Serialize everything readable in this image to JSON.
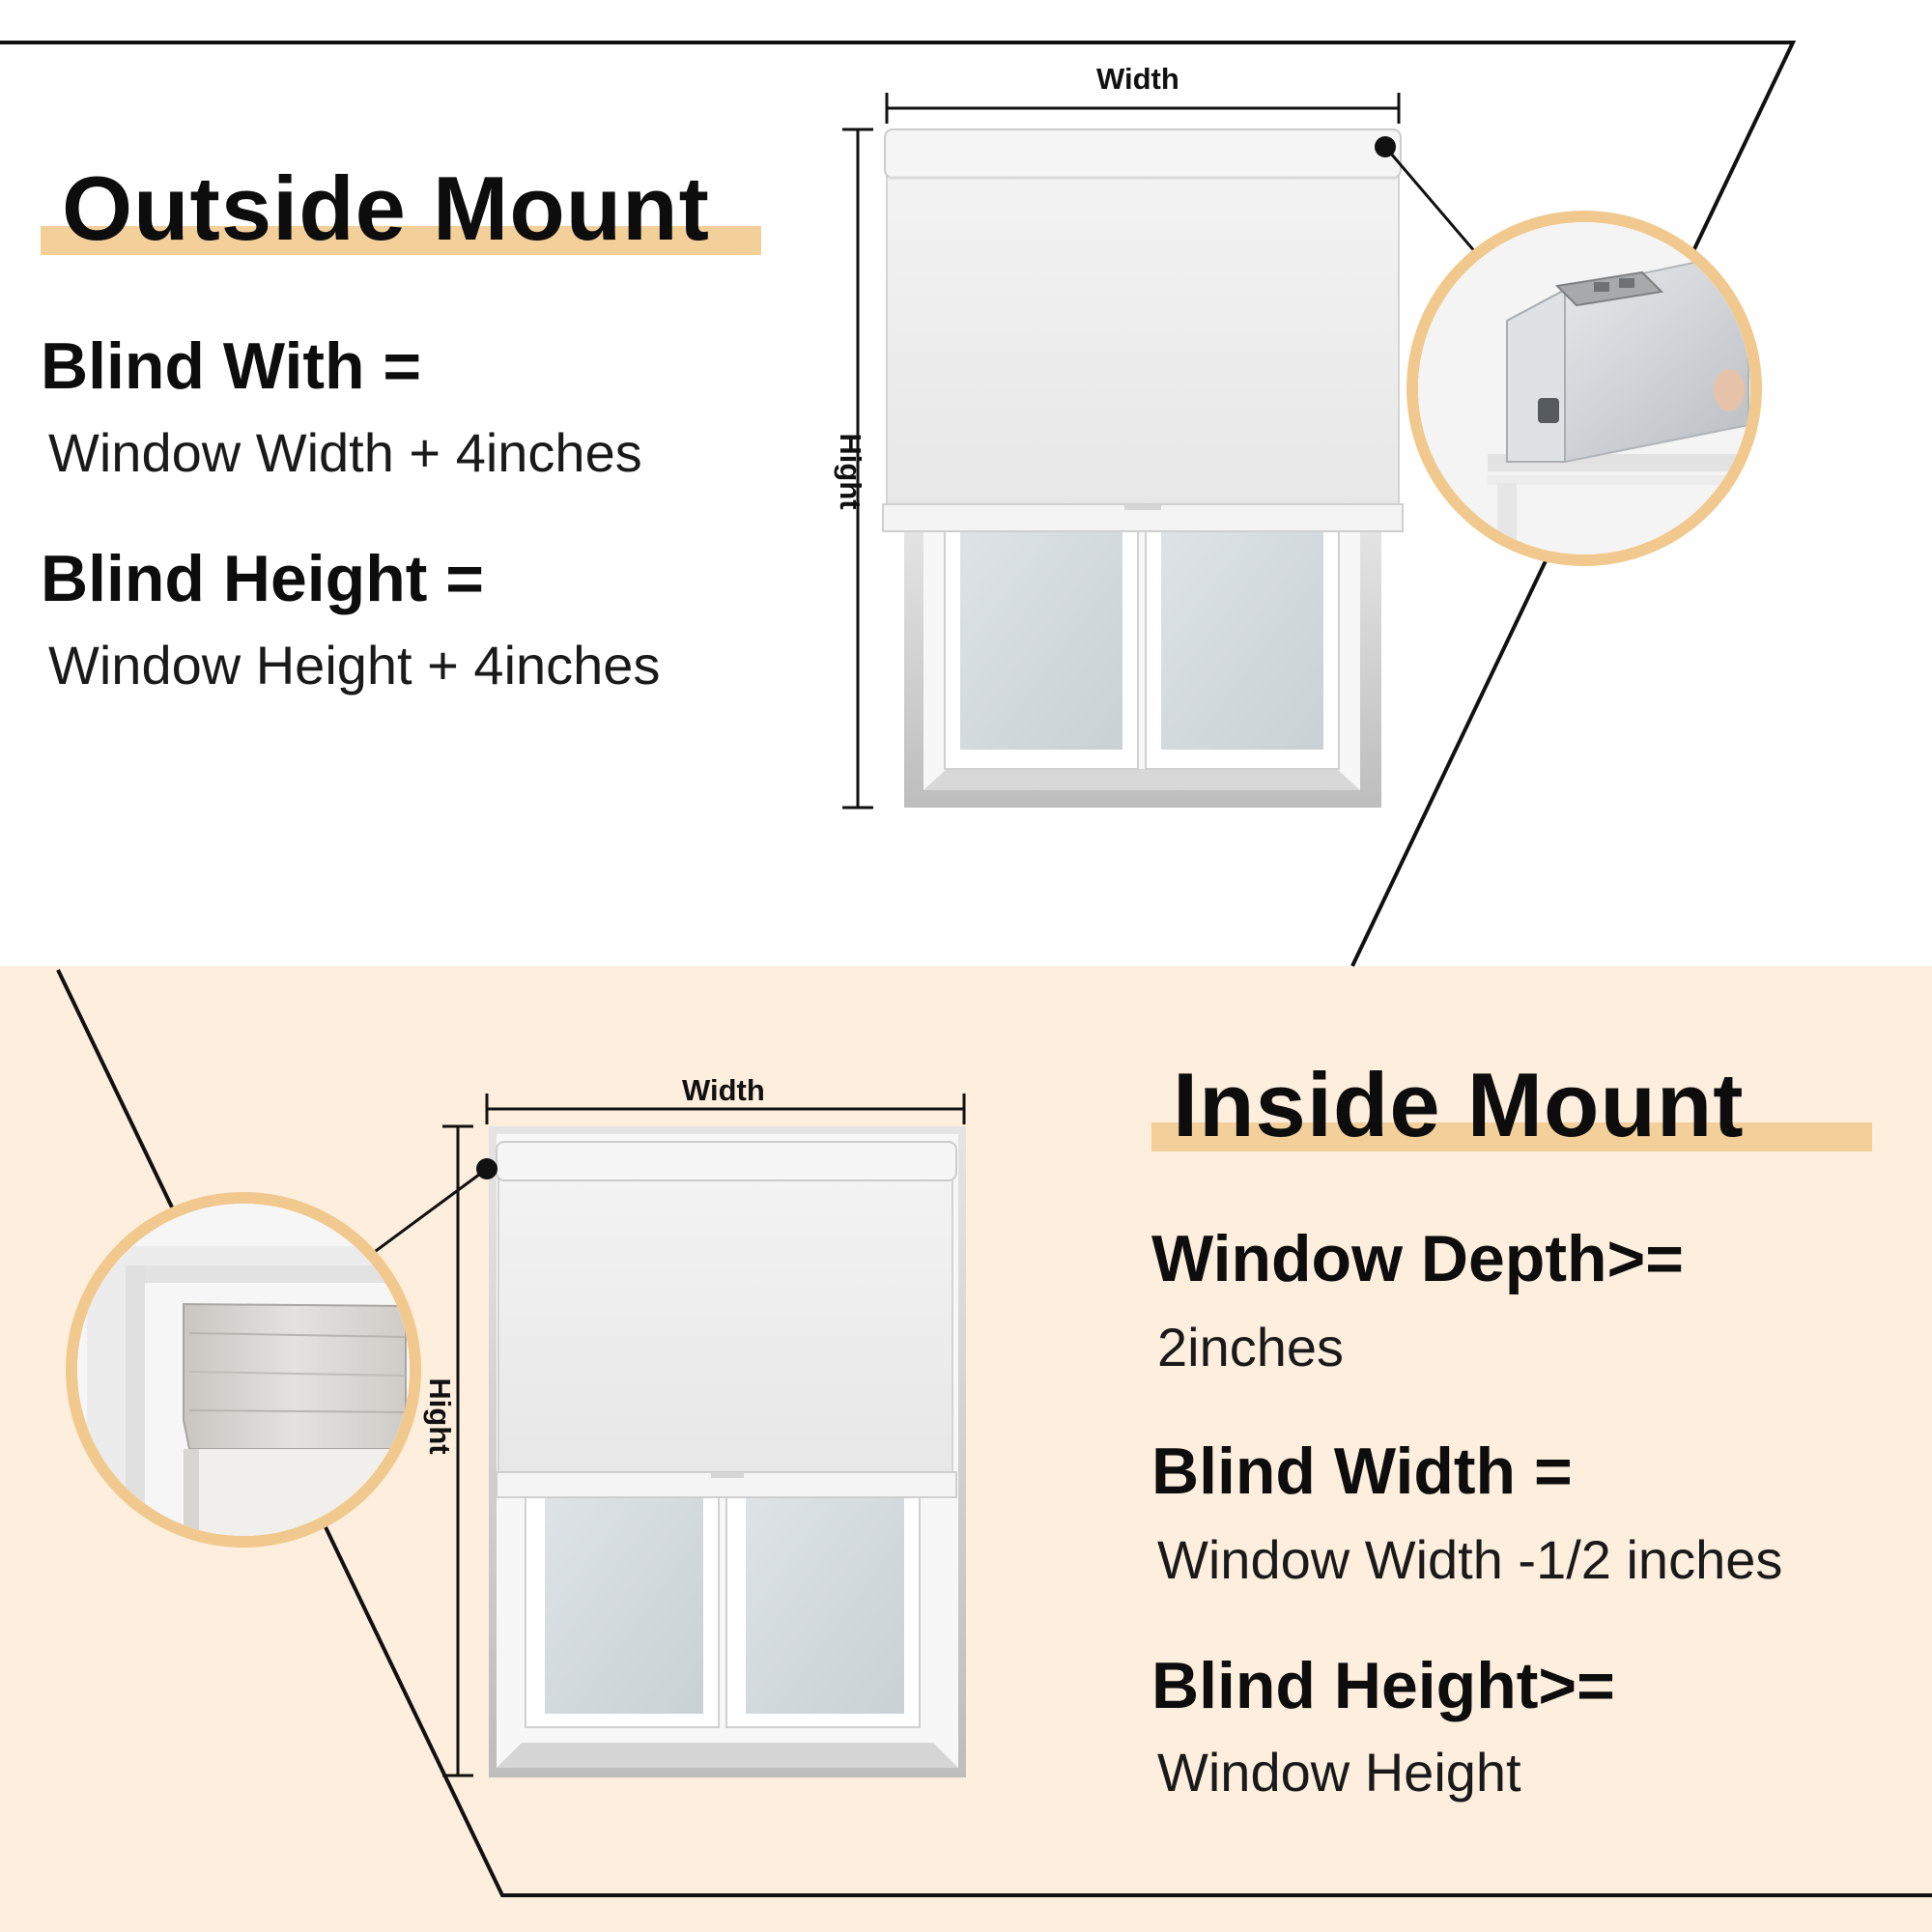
{
  "colors": {
    "accent": "#f3cf9a",
    "accent_ring": "#f1c98e",
    "bottom_panel": "#fdeedd",
    "line": "#111111"
  },
  "outside": {
    "title": "Outside Mount",
    "formula1_label": "Blind With =",
    "formula1_value": "Window Width + 4inches",
    "formula2_label": "Blind Height =",
    "formula2_value": "Window Height + 4inches",
    "width_label": "Width",
    "height_label": "Hight"
  },
  "inside": {
    "title": "Inside Mount",
    "formula1_label": "Window Depth>=",
    "formula1_value": "2inches",
    "formula2_label": "Blind Width =",
    "formula2_value": "Window Width -1/2 inches",
    "formula3_label": "Blind Height>=",
    "formula3_value": "Window Height",
    "width_label": "Width",
    "height_label": "Hight"
  }
}
